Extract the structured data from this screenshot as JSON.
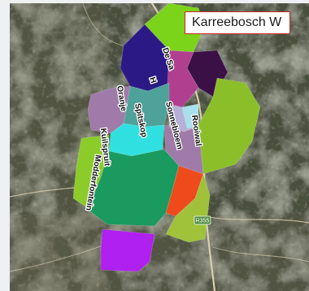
{
  "map": {
    "title": "Karreebosch W",
    "labels": [
      "De Sa",
      "H",
      "Oranje",
      "Spitskop",
      "Sonnebloem",
      "Rooiwal",
      "Kuilspruit",
      "Modderfontein"
    ],
    "badge": "R355",
    "colors": {
      "water": "#eef0f3",
      "terrain": "#5a5f4b",
      "roads": "#d9d0b0",
      "parcel_lime": "#7bd41a",
      "parcel_navy": "#2b1a86",
      "parcel_magenta": "#b0408f",
      "parcel_olive": "#8bbf2a",
      "parcel_teal": "#4fa29a",
      "parcel_cyan": "#30e0e0",
      "parcel_green": "#1a9a5f",
      "parcel_orange": "#ee4a1c",
      "parcel_violet": "#b020f0"
    }
  }
}
